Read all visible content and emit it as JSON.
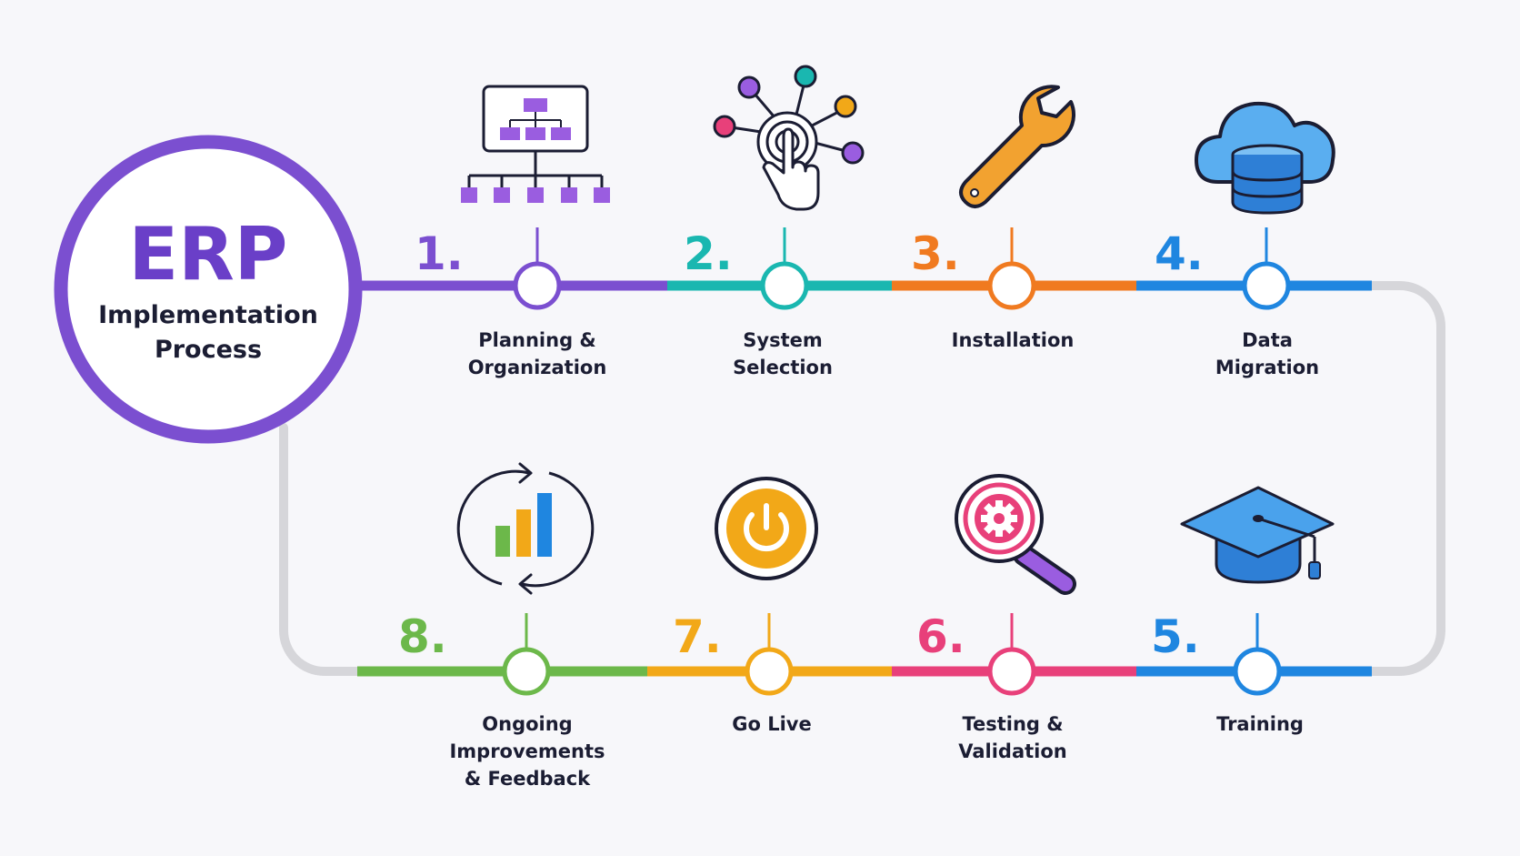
{
  "hub": {
    "title": "ERP",
    "subtitle_line1": "Implementation",
    "subtitle_line2": "Process",
    "color": "#7b4fd0"
  },
  "steps": [
    {
      "number": "1.",
      "label_line1": "Planning &",
      "label_line2": "Organization",
      "label_line3": "",
      "color": "#7b4fd0",
      "icon": "org-chart-monitor-icon"
    },
    {
      "number": "2.",
      "label_line1": "System",
      "label_line2": "Selection",
      "label_line3": "",
      "color": "#1ab7b0",
      "icon": "touch-network-icon"
    },
    {
      "number": "3.",
      "label_line1": "Installation",
      "label_line2": "",
      "label_line3": "",
      "color": "#f07a20",
      "icon": "wrench-icon"
    },
    {
      "number": "4.",
      "label_line1": "Data",
      "label_line2": "Migration",
      "label_line3": "",
      "color": "#1f86e0",
      "icon": "cloud-database-icon"
    },
    {
      "number": "5.",
      "label_line1": "Training",
      "label_line2": "",
      "label_line3": "",
      "color": "#1f86e0",
      "icon": "graduation-cap-icon"
    },
    {
      "number": "6.",
      "label_line1": "Testing &",
      "label_line2": "Validation",
      "label_line3": "",
      "color": "#e8407a",
      "icon": "magnifier-gear-icon"
    },
    {
      "number": "7.",
      "label_line1": "Go Live",
      "label_line2": "",
      "label_line3": "",
      "color": "#f2a818",
      "icon": "power-button-icon"
    },
    {
      "number": "8.",
      "label_line1": "Ongoing",
      "label_line2": "Improvements",
      "label_line3": "& Feedback",
      "color": "#6cb84a",
      "icon": "cycle-bar-chart-icon"
    }
  ]
}
